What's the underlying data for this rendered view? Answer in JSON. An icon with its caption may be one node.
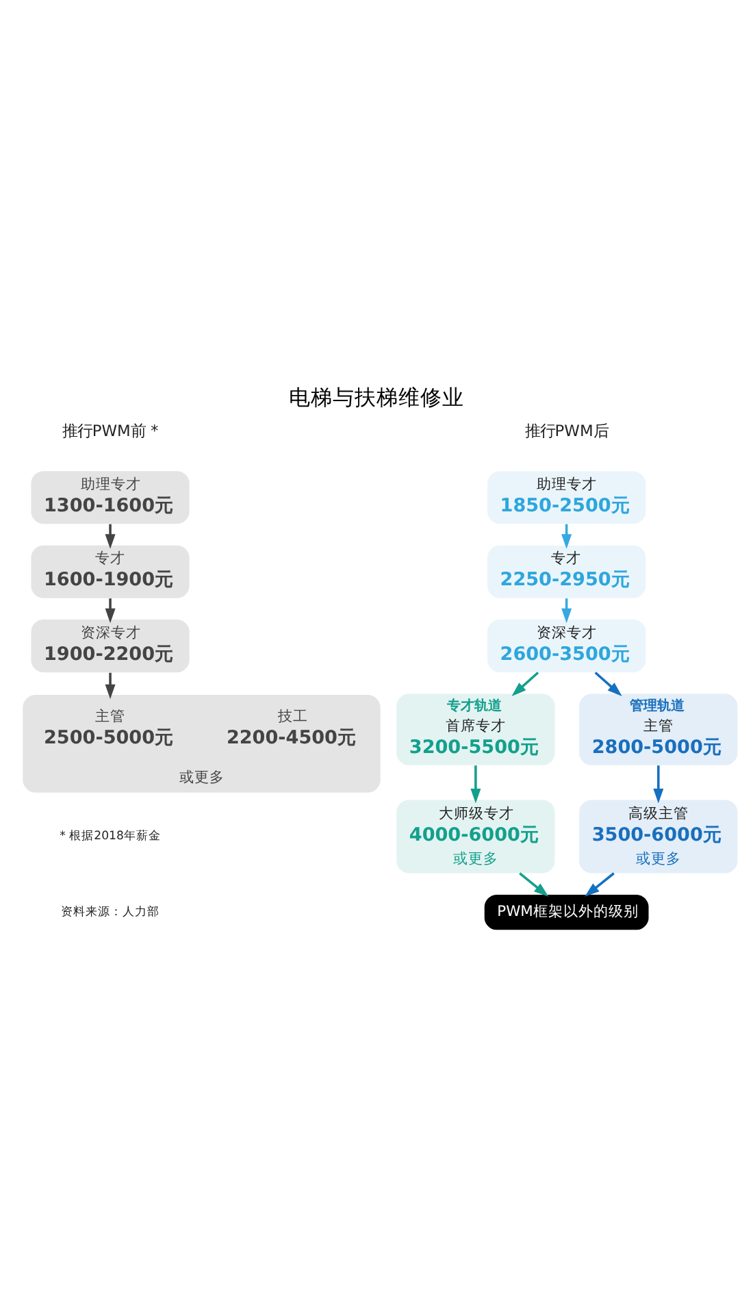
{
  "diagram": {
    "title": "电梯与扶梯维修业",
    "nodes": [
      {
        "text": [
          "助理专才",
          "1300-1600元"
        ]
      },
      {
        "text": [
          "专才",
          "1600-1900元"
        ]
      },
      {
        "text": [
          "资深专才",
          "1900-2200元"
        ]
      },
      {
        "text": [
          "或更多"
        ]
      },
      {
        "text": [
          "主管",
          "2500-5000元"
        ],
        "in": 3
      },
      {
        "text": [
          "技工",
          "2200-4500元"
        ],
        "in": 3
      },
      {
        "text": [
          "助理专才",
          "1850-2500元"
        ]
      },
      {
        "text": [
          "专才",
          "2250-2950元"
        ]
      },
      {
        "text": [
          "资深专才",
          "2600-3500元"
        ]
      },
      {
        "text": [
          "专才轨道",
          "首席专才",
          "3200-5500元"
        ]
      },
      {
        "text": [
          "管理轨道",
          "主管",
          "2800-5000元"
        ]
      },
      {
        "text": [
          "大师级专才",
          "4000-6000元",
          "或更多"
        ]
      },
      {
        "text": [
          "高级主管",
          "3500-6000元",
          "或更多"
        ]
      },
      {
        "text": [
          "PWM框架以外的级别"
        ]
      }
    ],
    "edges": [
      {
        "from": 0,
        "to": 1,
        "arrow": "to",
        "color": "#444444"
      },
      {
        "from": 1,
        "to": 2,
        "arrow": "to",
        "color": "#444444"
      },
      {
        "from": 2,
        "to": 3,
        "arrow": "to",
        "color": "#444444"
      },
      {
        "from": 6,
        "to": 7,
        "arrow": "to",
        "color": "#36a9e1"
      },
      {
        "from": 7,
        "to": 8,
        "arrow": "to",
        "color": "#36a9e1"
      },
      {
        "from": 8,
        "to": 9,
        "arrow": "to",
        "color": "#14a08c"
      },
      {
        "from": 8,
        "to": 10,
        "arrow": "to",
        "color": "#1670c0"
      },
      {
        "from": 9,
        "to": 11,
        "arrow": "to",
        "color": "#14a08c"
      },
      {
        "from": 10,
        "to": 12,
        "arrow": "to",
        "color": "#1670c0"
      },
      {
        "from": 11,
        "to": 13,
        "arrow": "to",
        "color": "#14a08c"
      },
      {
        "from": 12,
        "to": 13,
        "arrow": "to",
        "color": "#1670c0"
      }
    ],
    "labels": [
      "推行PWM前 *",
      "推行PWM后",
      "* 根据2018年薪金",
      "资料来源：人力部"
    ]
  }
}
